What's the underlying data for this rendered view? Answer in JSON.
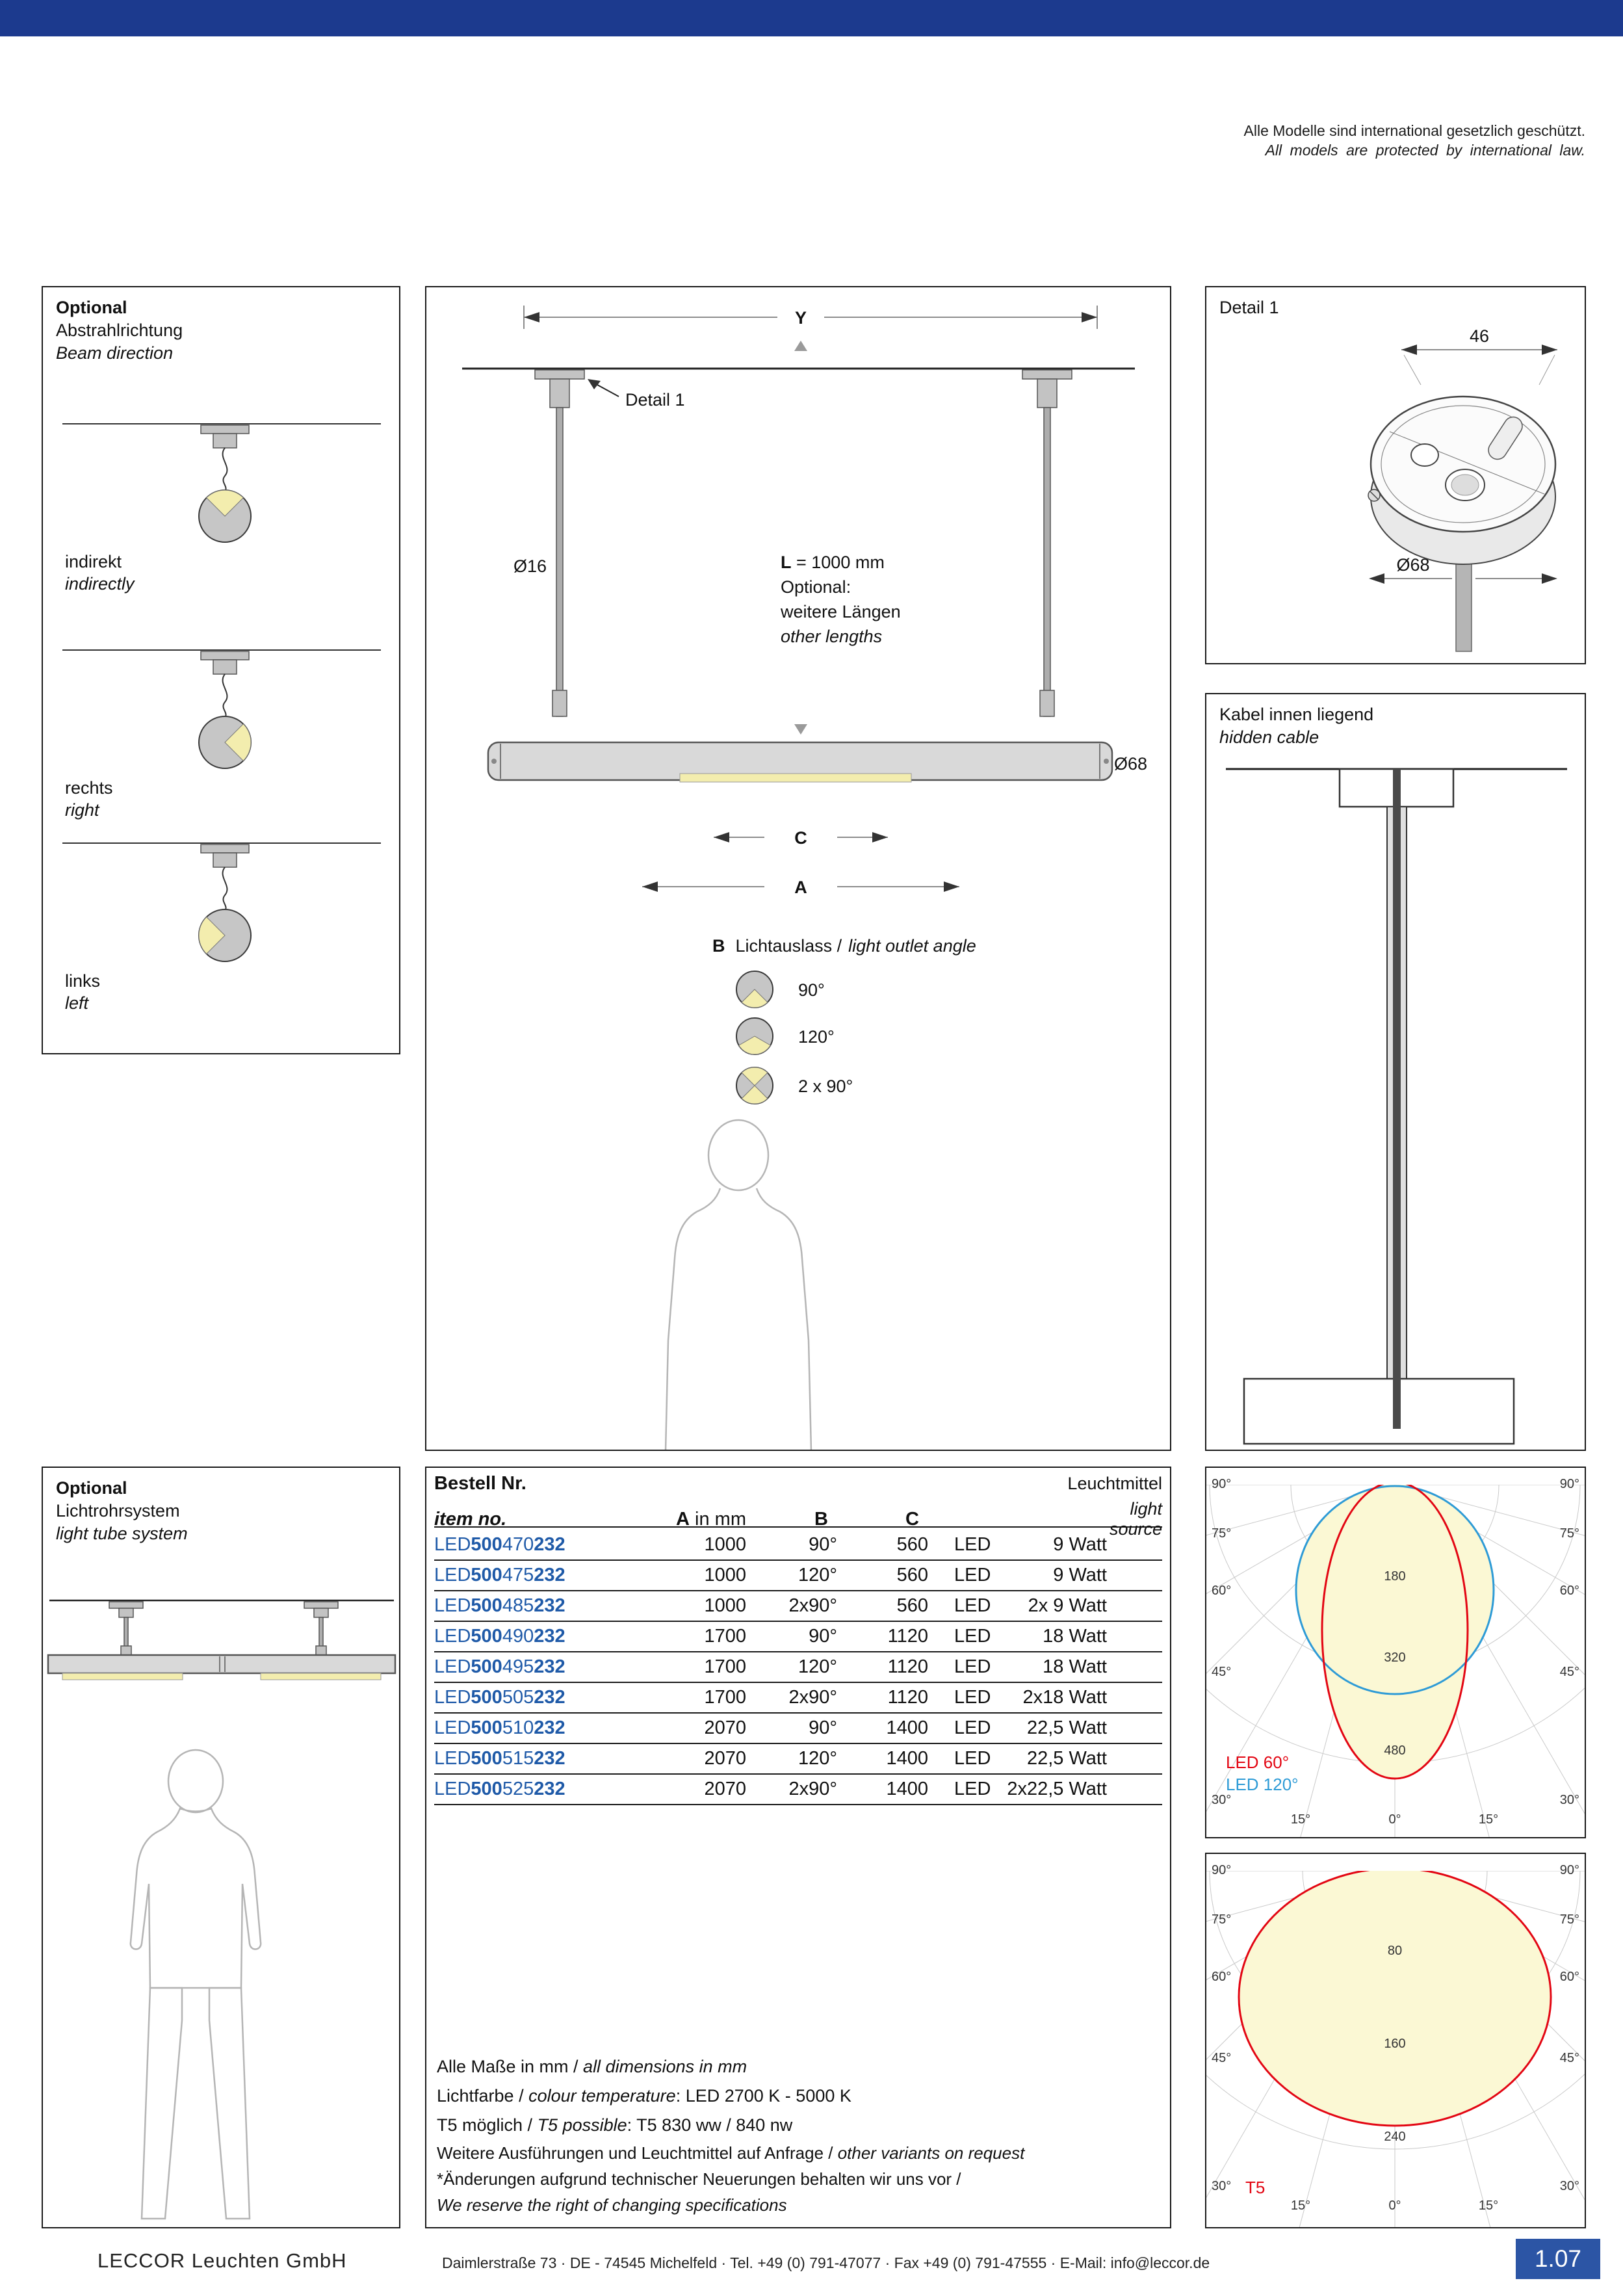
{
  "colors": {
    "accent": "#1c3a8e",
    "accent2": "#2c55a5",
    "item_blue": "#1f5aa8",
    "red": "#e30613",
    "cyan": "#2e9bd6",
    "beam_yellow": "#f3edae",
    "lobe_yellow": "#fbf8d4"
  },
  "legal": {
    "line1": "Alle Modelle sind international gesetzlich geschützt.",
    "line2": "All models are protected by international law."
  },
  "beam_box": {
    "title": "Optional",
    "subtitle_de": "Abstrahlrichtung",
    "subtitle_en": "Beam direction",
    "items": [
      {
        "de": "indirekt",
        "en": "indirectly"
      },
      {
        "de": "rechts",
        "en": "right"
      },
      {
        "de": "links",
        "en": "left"
      }
    ]
  },
  "main_drawing": {
    "dim_y": "Y",
    "detail_label": "Detail 1",
    "dia_rod": "Ø16",
    "len_bold": "L",
    "len_rest": " = 1000 mm",
    "len_l2": "Optional:",
    "len_l3": "weitere Längen",
    "len_l4": "other lengths",
    "dia_tube": "Ø68",
    "dim_c": "C",
    "dim_a": "A",
    "outlet_b": "B",
    "outlet_de": "Lichtauslass /",
    "outlet_en": "light outlet angle",
    "angles": [
      "90°",
      "120°",
      "2 x 90°"
    ]
  },
  "detail_box": {
    "title": "Detail 1",
    "dim_width": "46",
    "dim_dia": "Ø68"
  },
  "cable_box": {
    "title_de": "Kabel innen liegend",
    "title_en": "hidden cable"
  },
  "tube_box": {
    "title": "Optional",
    "subtitle_de": "Lichtrohrsystem",
    "subtitle_en": "light tube system"
  },
  "table": {
    "header": {
      "bestell": "Bestell Nr.",
      "item_no": "item no.",
      "a_bold": "A",
      "a_rest": " in mm",
      "b": "B",
      "c": "C",
      "leuchtmittel": "Leuchtmittel",
      "light_source": "light source"
    },
    "rows": [
      {
        "p1": "LED",
        "p2": "500",
        "p3": "470",
        "p4": "232",
        "a": "1000",
        "b": "90°",
        "c": "560",
        "src": "LED",
        "watt": "9 Watt"
      },
      {
        "p1": "LED",
        "p2": "500",
        "p3": "475",
        "p4": "232",
        "a": "1000",
        "b": "120°",
        "c": "560",
        "src": "LED",
        "watt": "9 Watt"
      },
      {
        "p1": "LED",
        "p2": "500",
        "p3": "485",
        "p4": "232",
        "a": "1000",
        "b": "2x90°",
        "c": "560",
        "src": "LED",
        "watt": "2x 9 Watt"
      },
      {
        "p1": "LED",
        "p2": "500",
        "p3": "490",
        "p4": "232",
        "a": "1700",
        "b": "90°",
        "c": "1120",
        "src": "LED",
        "watt": "18 Watt"
      },
      {
        "p1": "LED",
        "p2": "500",
        "p3": "495",
        "p4": "232",
        "a": "1700",
        "b": "120°",
        "c": "1120",
        "src": "LED",
        "watt": "18 Watt"
      },
      {
        "p1": "LED",
        "p2": "500",
        "p3": "505",
        "p4": "232",
        "a": "1700",
        "b": "2x90°",
        "c": "1120",
        "src": "LED",
        "watt": "2x18 Watt"
      },
      {
        "p1": "LED",
        "p2": "500",
        "p3": "510",
        "p4": "232",
        "a": "2070",
        "b": "90°",
        "c": "1400",
        "src": "LED",
        "watt": "22,5 Watt"
      },
      {
        "p1": "LED",
        "p2": "500",
        "p3": "515",
        "p4": "232",
        "a": "2070",
        "b": "120°",
        "c": "1400",
        "src": "LED",
        "watt": "22,5 Watt"
      },
      {
        "p1": "LED",
        "p2": "500",
        "p3": "525",
        "p4": "232",
        "a": "2070",
        "b": "2x90°",
        "c": "1400",
        "src": "LED",
        "watt": "2x22,5 Watt"
      }
    ]
  },
  "notes": {
    "n1a": "Alle Maße in mm / ",
    "n1b": "all dimensions in mm",
    "n2a": "Lichtfarbe / ",
    "n2b": "colour temperature",
    "n2c": ":  LED  2700 K - 5000 K",
    "n3a": "T5 möglich / ",
    "n3b": "T5 possible",
    "n3c": ":  T5  830 ww / 840 nw",
    "n4a": "Weitere Ausführungen und Leuchtmittel auf Anfrage / ",
    "n4b": "other variants on request",
    "n5": "*Änderungen aufgrund technischer Neuerungen behalten wir uns vor /",
    "n6": "We reserve the right of changing specifications"
  },
  "polar1": {
    "left": [
      "90°",
      "75°",
      "60°",
      "45°",
      "30°"
    ],
    "right": [
      "90°",
      "75°",
      "60°",
      "45°",
      "30°"
    ],
    "bottom": [
      "15°",
      "0°",
      "15°"
    ],
    "rings": [
      "180",
      "320",
      "480"
    ],
    "legend_red": "LED 60°",
    "legend_blue": "LED 120°"
  },
  "polar2": {
    "left": [
      "90°",
      "75°",
      "60°",
      "45°",
      "30°"
    ],
    "right": [
      "90°",
      "75°",
      "60°",
      "45°",
      "30°"
    ],
    "bottom": [
      "15°",
      "0°",
      "15°"
    ],
    "rings": [
      "80",
      "160",
      "240"
    ],
    "label": "T5"
  },
  "chart_data": [
    {
      "type": "line",
      "title": "LED polar light distribution",
      "legend_position": "bottom-left",
      "angle_ticks": [
        "90°",
        "75°",
        "60°",
        "45°",
        "30°",
        "15°",
        "0°",
        "15°",
        "30°",
        "45°",
        "60°",
        "75°",
        "90°"
      ],
      "radial_ticks": [
        180,
        320,
        480
      ],
      "series": [
        {
          "name": "LED 60°",
          "color": "#e30613",
          "beam_angle_deg": 60,
          "peak_intensity": 500
        },
        {
          "name": "LED 120°",
          "color": "#2e9bd6",
          "beam_angle_deg": 120,
          "peak_intensity": 350
        }
      ]
    },
    {
      "type": "line",
      "title": "T5 polar light distribution",
      "legend_position": "bottom-left",
      "angle_ticks": [
        "90°",
        "75°",
        "60°",
        "45°",
        "30°",
        "15°",
        "0°",
        "15°",
        "30°",
        "45°",
        "60°",
        "75°",
        "90°"
      ],
      "radial_ticks": [
        80,
        160,
        240
      ],
      "series": [
        {
          "name": "T5",
          "color": "#e30613",
          "beam_angle_deg": 150,
          "peak_intensity": 230
        }
      ]
    }
  ],
  "footer": {
    "company": "LECCOR   Leuchten GmbH",
    "address": "Daimlerstraße 73    ·    DE - 74545   Michelfeld    ·    Tel.  +49 (0) 791-47077    ·    Fax  +49 (0) 791-47555    ·    E-Mail:  info@leccor.de",
    "page": "1.07"
  }
}
